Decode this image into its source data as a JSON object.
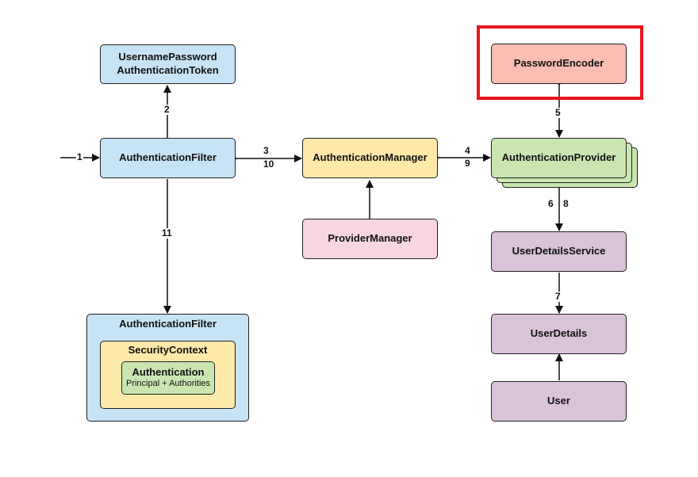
{
  "nodes": {
    "token_line1": "UsernamePassword",
    "token_line2": "AuthenticationToken",
    "auth_filter": "AuthenticationFilter",
    "auth_manager": "AuthenticationManager",
    "provider_manager": "ProviderManager",
    "password_encoder": "PasswordEncoder",
    "auth_provider": "AuthenticationProvider",
    "user_details_service": "UserDetailsService",
    "user_details": "UserDetails",
    "user": "User",
    "context_filter": "AuthenticationFilter",
    "security_context": "SecurityContext",
    "authentication": "Authentication",
    "authentication_sub": "Principal + Authorities"
  },
  "edge_labels": {
    "e1": "1",
    "e2": "2",
    "e3": "3",
    "e10": "10",
    "e4": "4",
    "e9": "9",
    "e5": "5",
    "e6": "6",
    "e8": "8",
    "e7": "7",
    "e11": "11"
  },
  "colors": {
    "highlight": "#e8151c",
    "line": "#111111"
  }
}
